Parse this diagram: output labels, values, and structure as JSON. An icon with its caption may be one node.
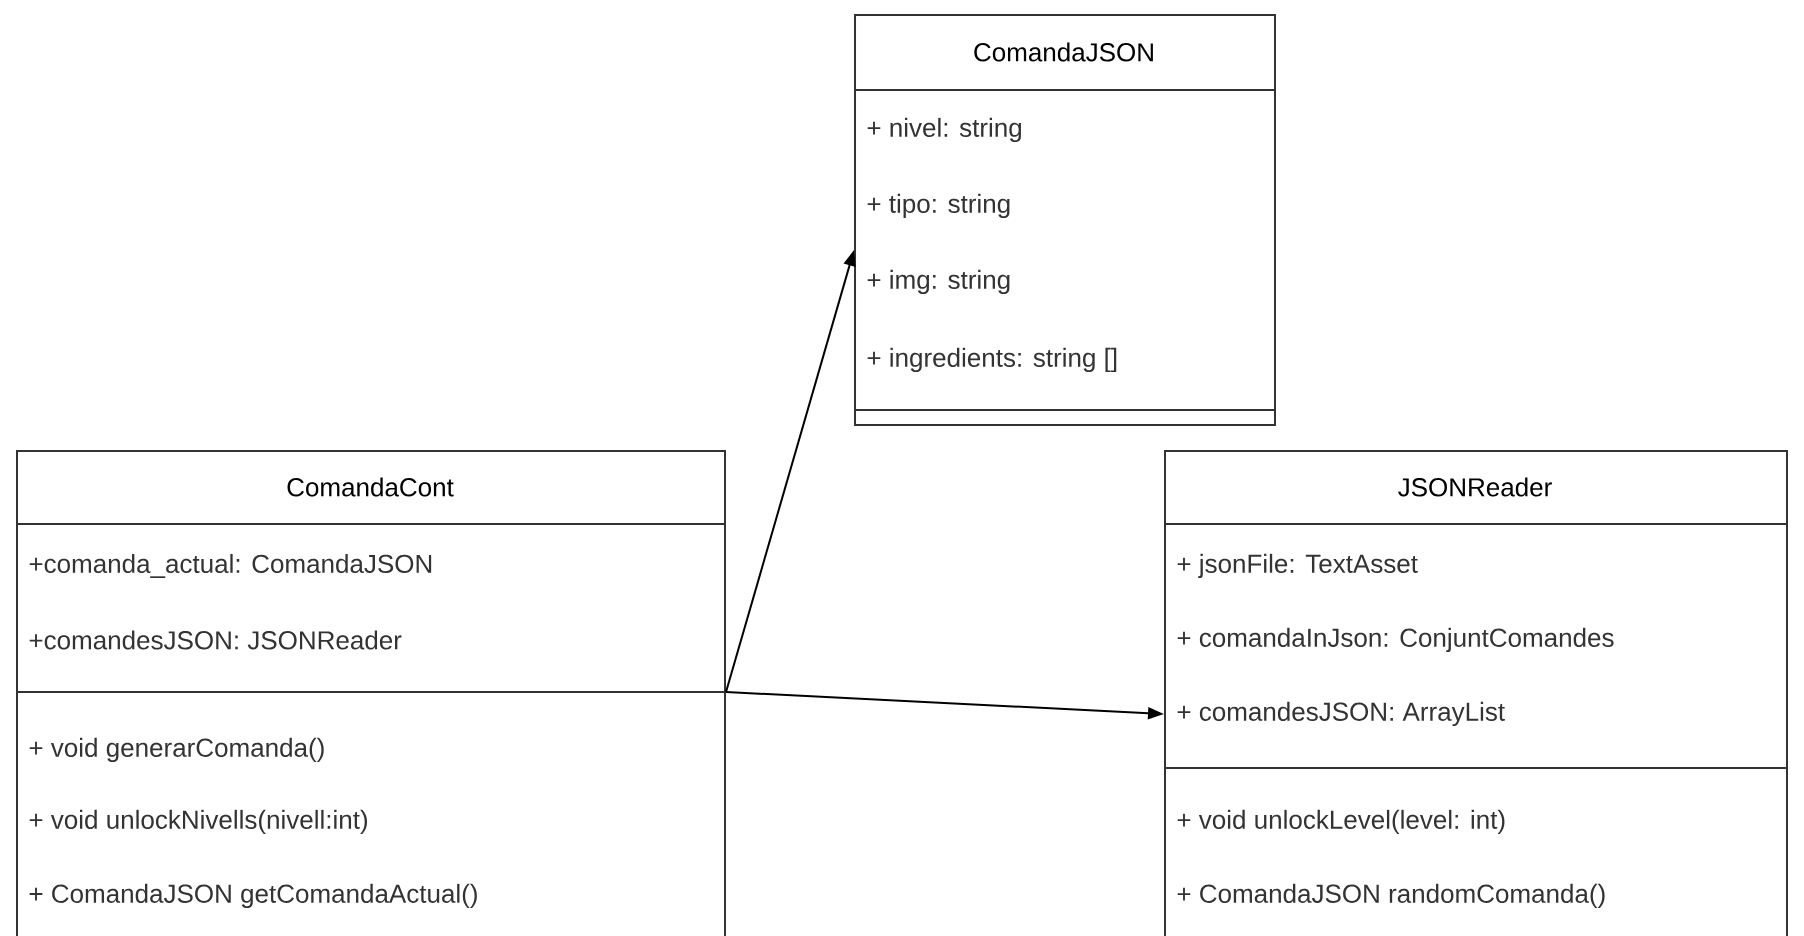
{
  "diagram": {
    "nodes": [
      {
        "text": [
          "ComandaJSON",
          "+ nivel: string",
          "+ tipo: string",
          "+ img: string",
          "+ ingredients: string []"
        ]
      },
      {
        "text": [
          "ComandaCont",
          "+comanda_actual: ComandaJSON",
          "+comandesJSON: JSONReader",
          "+ void generarComanda()",
          "+ void unlockNivells(nivell:int)",
          "+ ComandaJSON getComandaActual()"
        ]
      },
      {
        "text": [
          "JSONReader",
          "+ jsonFile: TextAsset",
          "+ comandaInJson: ConjuntComandes",
          "+ comandesJSON: ArrayList",
          "+ void unlockLevel(level: int)",
          "+ ComandaJSON randomComanda()"
        ]
      }
    ],
    "edges": [
      {
        "from": 1,
        "to": 0,
        "arrow": "to"
      },
      {
        "from": 1,
        "to": 2,
        "arrow": "to"
      }
    ]
  }
}
